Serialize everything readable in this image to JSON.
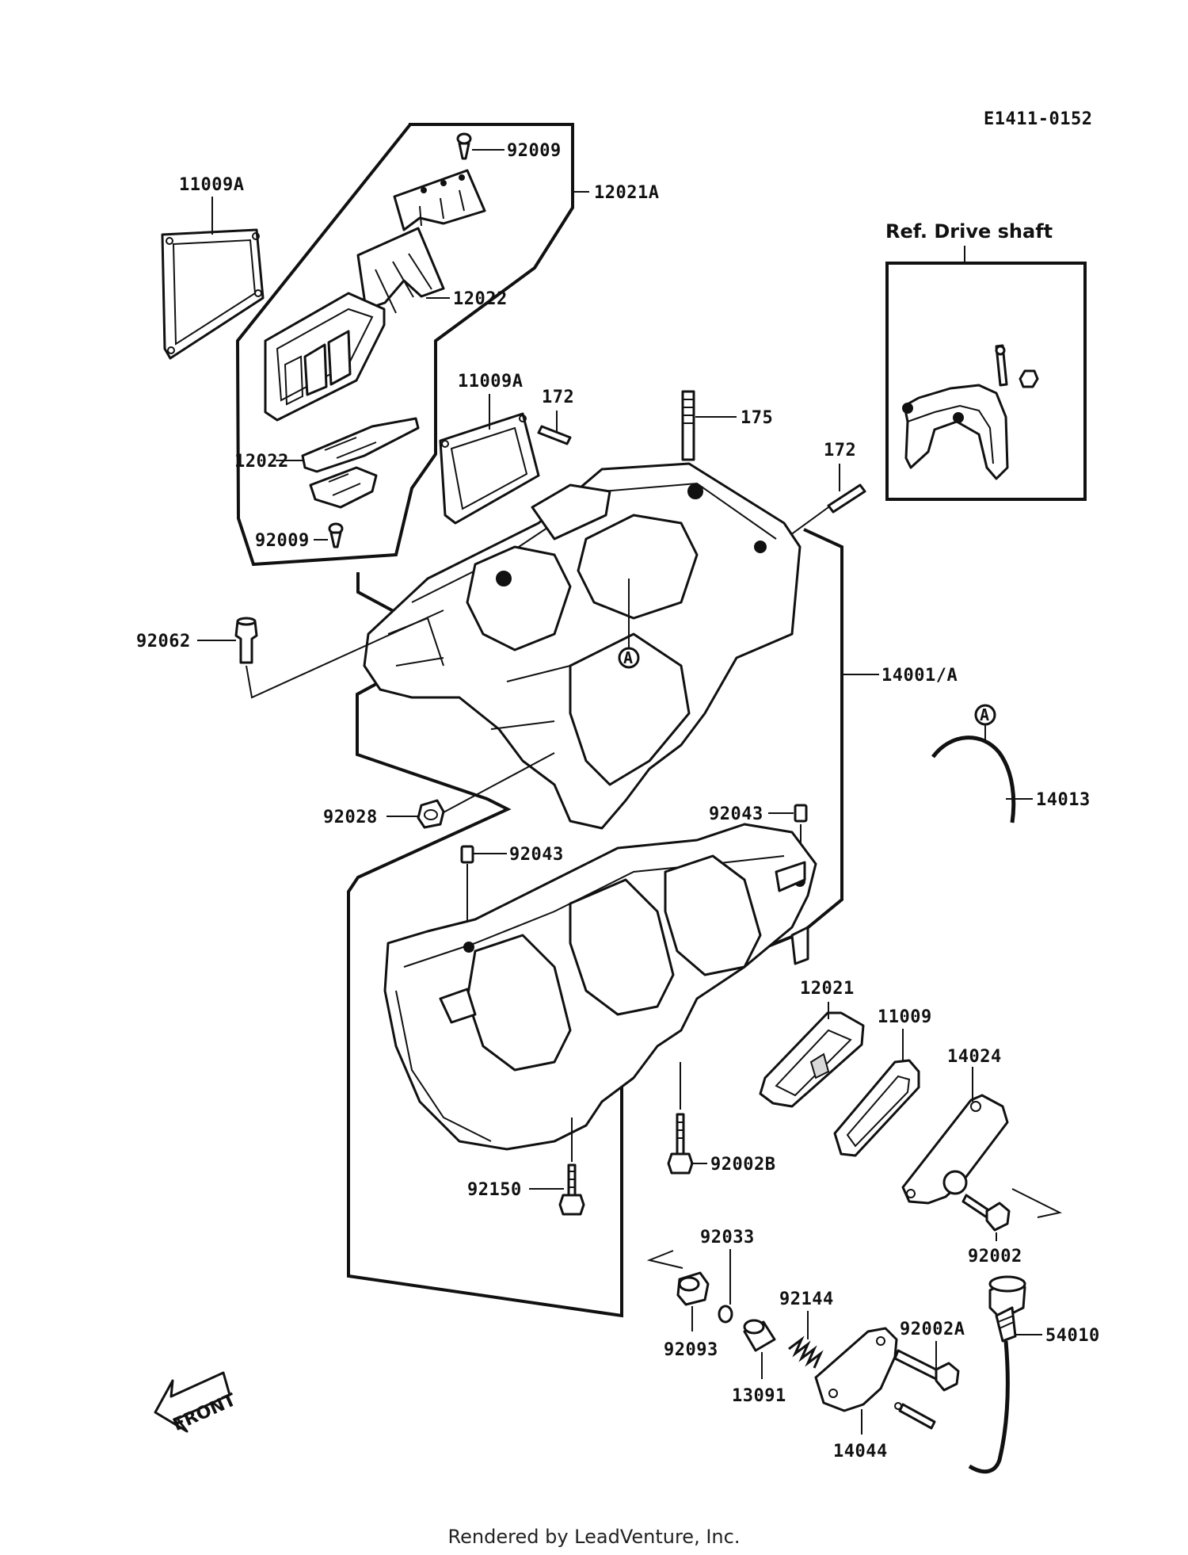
{
  "diagram_id": "E1411-0152",
  "reference_box_title": "Ref. Drive shaft",
  "front_label": "FRONT",
  "footer": "Rendered by LeadVenture, Inc.",
  "ref_marker": "A",
  "labels": {
    "p92009_top": "92009",
    "p12021A": "12021A",
    "p11009A_left": "11009A",
    "p12022_top": "12022",
    "p11009A_mid": "11009A",
    "p172_left": "172",
    "p175": "175",
    "p172_right": "172",
    "p12022_bottom": "12022",
    "p92009_bottom": "92009",
    "p92062": "92062",
    "p14001A": "14001/A",
    "p14013": "14013",
    "p92043_right": "92043",
    "p92043_left": "92043",
    "p92028": "92028",
    "p12021": "12021",
    "p11009": "11009",
    "p14024": "14024",
    "p92002B": "92002B",
    "p92150": "92150",
    "p92002": "92002",
    "p92033": "92033",
    "p92144": "92144",
    "p92002A": "92002A",
    "p54010": "54010",
    "p92093": "92093",
    "p13091": "13091",
    "p14044": "14044"
  }
}
